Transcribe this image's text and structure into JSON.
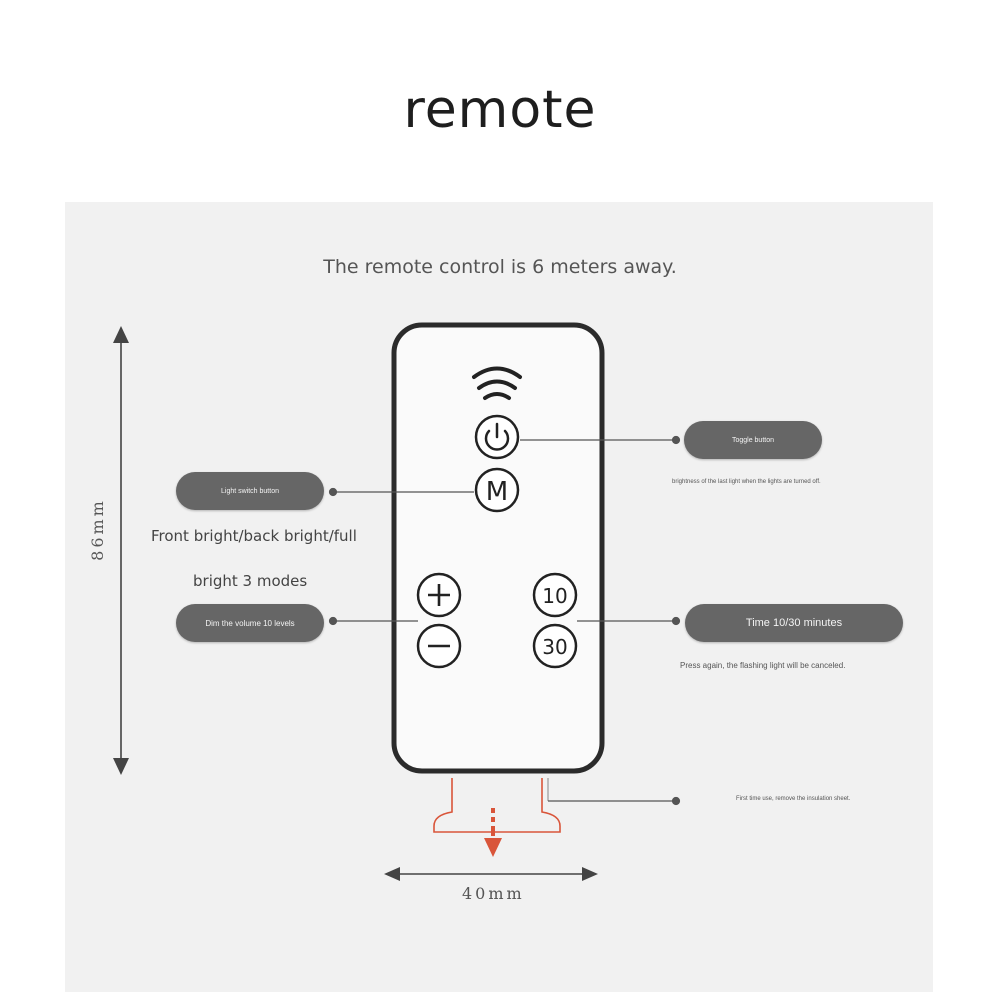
{
  "title": "remote",
  "subtitle": "The remote control is 6 meters away.",
  "buttons": {
    "power_icon": "power-icon",
    "mode_label": "M",
    "plus_label": "+",
    "minus_label": "−",
    "t10_label": "10",
    "t30_label": "30"
  },
  "callouts": {
    "toggle": "Toggle button",
    "toggle_note": "brightness of the last light when the lights are turned off.",
    "light_switch": "Light switch button",
    "modes_line1": "Front bright/back bright/full",
    "modes_line2": "bright 3 modes",
    "dim": "Dim the volume 10 levels",
    "time": "Time 10/30 minutes",
    "time_note": "Press again, the flashing light will be canceled.",
    "insulation_note": "First time use, remove the insulation sheet."
  },
  "dimensions": {
    "height": "86mm",
    "width": "40mm"
  },
  "colors": {
    "pill": "#666666",
    "arrow_accent": "#d9553a"
  }
}
